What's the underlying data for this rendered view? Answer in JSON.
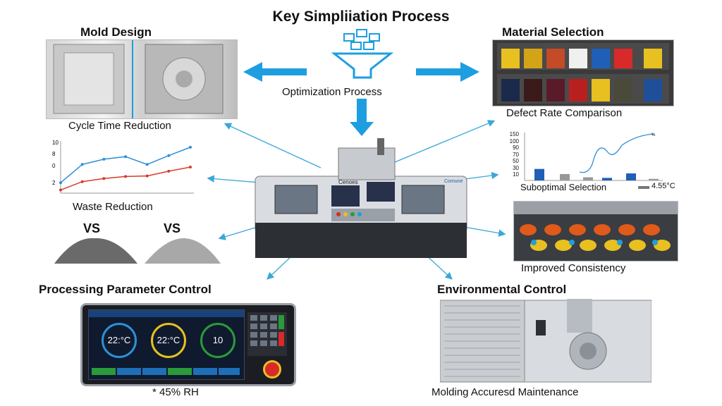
{
  "title": "Key Simpliiation Process",
  "center": {
    "label": "Optimization Process",
    "machine_brand": "Cenoes",
    "machine_brand_right": "Comune"
  },
  "sections": {
    "mold_design": {
      "heading": "Mold Design",
      "caption": "Cycle Time Reduction"
    },
    "material_selection": {
      "heading": "Material Selection",
      "caption": "Defect Rate Comparison"
    },
    "waste": {
      "caption": "Waste Reduction",
      "vs_left": "VS",
      "vs_right": "VS",
      "axis_ticks": [
        "10",
        "8",
        "0",
        "2"
      ]
    },
    "defect_chart": {
      "axis_ticks": [
        "150",
        "100",
        "90",
        "70",
        "50",
        "30",
        "10"
      ],
      "caption": "Suboptimal Selection",
      "note": "4.55°C",
      "end_label": "%"
    },
    "consistency": {
      "caption": "Improved Consistency"
    },
    "processing": {
      "heading": "Processing Parameter Control",
      "caption": "* 45% RH",
      "gauges": [
        "22:°C",
        "22:°C",
        "10"
      ]
    },
    "environmental": {
      "heading": "Environmental Control",
      "caption": "Molding Accuresd Maintenance"
    }
  },
  "colors": {
    "accent_blue": "#1e9ee0",
    "wire": "#3aa8d8",
    "bar_blue": "#1f5fb8",
    "bar_gray": "#999999",
    "line_blue": "#2e8fd8",
    "line_red": "#d83a2a"
  },
  "chart_data": [
    {
      "type": "line",
      "series": [
        {
          "values": [
            2,
            5.5,
            6.5,
            7,
            5.5,
            7.2,
            8.8
          ]
        },
        {
          "values": [
            0.6,
            2.2,
            2.8,
            3.2,
            3.3,
            4.2,
            5.0
          ]
        }
      ],
      "xlabel": "",
      "ylabel": ""
    },
    {
      "type": "bar",
      "values": [
        36,
        20,
        10,
        8,
        22,
        5
      ],
      "ylim": [
        0,
        150
      ]
    }
  ]
}
